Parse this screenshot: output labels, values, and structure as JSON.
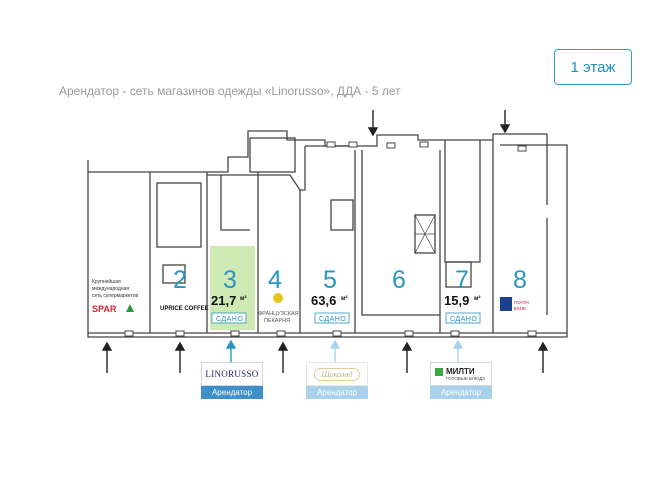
{
  "floor_button": "1 этаж",
  "subtitle": "Арендатор - сеть магазинов одежды «Linorusso», ДДА - 5 лет",
  "units": [
    {
      "number": "2"
    },
    {
      "number": "3",
      "area": "21,7",
      "unit": "м²",
      "status": "СДАНО"
    },
    {
      "number": "4"
    },
    {
      "number": "5",
      "area": "63,6",
      "unit": "м²",
      "status": "СДАНО"
    },
    {
      "number": "6"
    },
    {
      "number": "7",
      "area": "15,9",
      "unit": "м²",
      "status": "СДАНО"
    },
    {
      "number": "8"
    }
  ],
  "spar": {
    "caption_line1": "Крупнейшая",
    "caption_line2": "международная",
    "caption_line3": "сеть супермаркетов",
    "brand": "SPAR"
  },
  "unit2_brand": "UPRICE COFFEE",
  "unit4_brand_line1": "ФРАНЦУЗСКАЯ",
  "unit4_brand_line2": "ПЕКАРНЯ",
  "unit8_brand_line1": "ПОЧТА",
  "unit8_brand_line2": "БАНК",
  "tenants": [
    {
      "logo": "LINORUSSO",
      "label": "Арендатор"
    },
    {
      "logo": "Шоколад",
      "label": "Арендатор"
    },
    {
      "logo": "МИЛТИ",
      "logo_sub": "ГОТОВЫЕ БЛЮДА",
      "label": "Арендатор"
    }
  ],
  "colors": {
    "accent": "#2a95c2",
    "sold_fill": "#cfe9b5",
    "walls": "#444444",
    "tenant_label": "#3f8ec8"
  }
}
